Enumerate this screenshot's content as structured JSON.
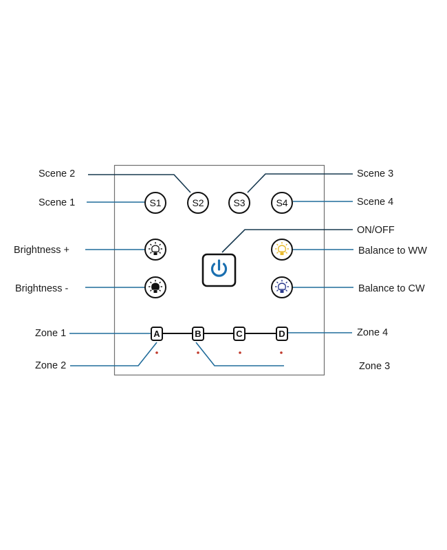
{
  "diagram": {
    "title": "",
    "panel": {
      "border_color": "#6e6e6e"
    },
    "colors": {
      "leader_line": "#1f6b9a",
      "power_icon": "#1a6fb0",
      "warm_white_icon": "#e8b92a",
      "cool_white_icon": "#2b3a8c",
      "indicator_dot": "#c0392b"
    },
    "scene_buttons": [
      {
        "label": "S1",
        "callout": "Scene 1"
      },
      {
        "label": "S2",
        "callout": "Scene 2"
      },
      {
        "label": "S3",
        "callout": "Scene 3"
      },
      {
        "label": "S4",
        "callout": "Scene 4"
      }
    ],
    "power_button": {
      "icon": "power-icon",
      "callout": "ON/OFF"
    },
    "brightness_buttons": [
      {
        "icon": "bulb-outline-icon",
        "callout": "Brightness +"
      },
      {
        "icon": "bulb-filled-icon",
        "callout": "Brightness -"
      }
    ],
    "balance_buttons": [
      {
        "icon": "bulb-warm-icon",
        "callout": "Balance to WW"
      },
      {
        "icon": "bulb-cool-icon",
        "callout": "Balance to CW"
      }
    ],
    "zone_buttons": [
      {
        "label": "A",
        "callout": "Zone 1"
      },
      {
        "label": "B",
        "callout": "Zone 2"
      },
      {
        "label": "C",
        "callout": "Zone 3"
      },
      {
        "label": "D",
        "callout": "Zone 4"
      }
    ]
  }
}
